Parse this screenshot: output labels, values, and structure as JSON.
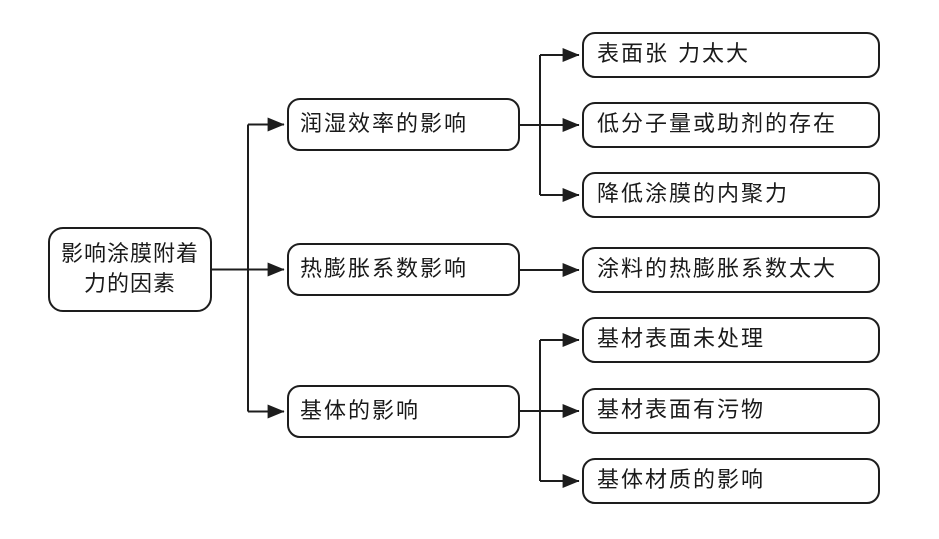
{
  "diagram": {
    "root": {
      "label": "影响涂膜附着力的因素"
    },
    "branches": [
      {
        "label": "润湿效率的影响",
        "children": [
          {
            "label": "表面张 力太大"
          },
          {
            "label": "低分子量或助剂的存在"
          },
          {
            "label": "降低涂膜的内聚力"
          }
        ]
      },
      {
        "label": "热膨胀系数影响",
        "children": [
          {
            "label": "涂料的热膨胀系数太大"
          }
        ]
      },
      {
        "label": "基体的影响",
        "children": [
          {
            "label": "基材表面未处理"
          },
          {
            "label": "基材表面有污物"
          },
          {
            "label": "基体材质的影响"
          }
        ]
      }
    ],
    "colors": {
      "line": "#1d1d1d",
      "box_border": "#1d1d1d",
      "text": "#1a1a1a",
      "background": "#ffffff"
    }
  }
}
